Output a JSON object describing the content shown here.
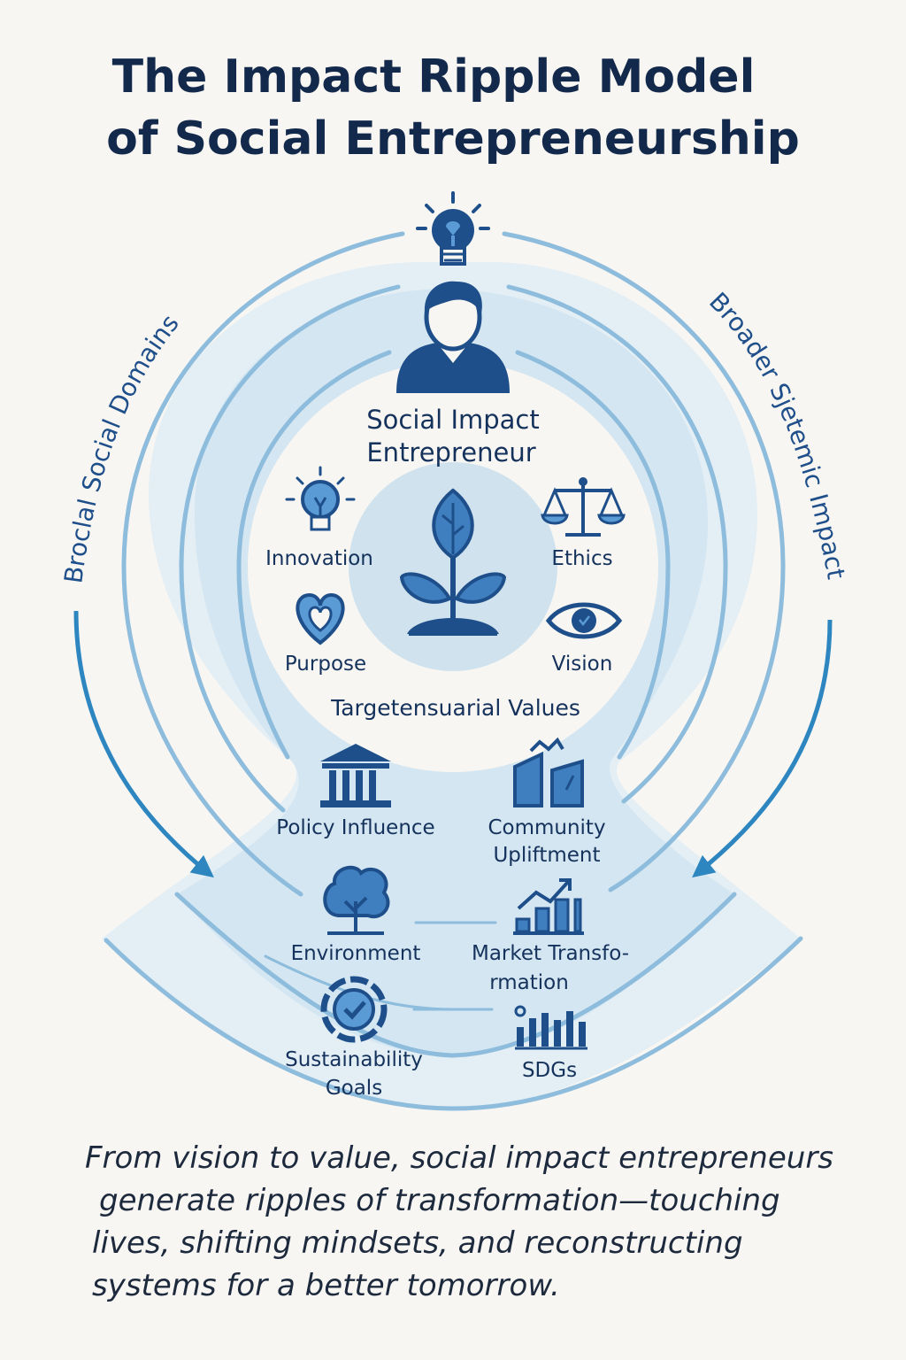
{
  "title": {
    "line1": "The Impact Ripple Model",
    "line2": "of Social Entrepreneurship"
  },
  "side_labels": {
    "left": "Broclal Social Domains",
    "right": "Broader Sjetemic Impact"
  },
  "center": {
    "entrepreneur_line1": "Social Impact",
    "entrepreneur_line2": "Entrepreneur",
    "values_label": "Targetensuarial Values",
    "core_values": [
      {
        "label": "Innovation",
        "icon": "lightbulb-icon"
      },
      {
        "label": "Ethics",
        "icon": "scales-icon"
      },
      {
        "label": "Purpose",
        "icon": "heart-icon"
      },
      {
        "label": "Vision",
        "icon": "eye-icon"
      }
    ]
  },
  "domains": [
    {
      "line1": "Policy Influence",
      "line2": "",
      "icon": "government-building-icon"
    },
    {
      "line1": "Community",
      "line2": "Upliftment",
      "icon": "community-icon"
    },
    {
      "line1": "Environment",
      "line2": "",
      "icon": "tree-icon"
    },
    {
      "line1": "Market Transfo-",
      "line2": "rmation",
      "icon": "growth-chart-icon"
    },
    {
      "line1": "Sustainability",
      "line2": "Goals",
      "icon": "check-gear-icon"
    },
    {
      "line1": "SDGs",
      "line2": "",
      "icon": "bar-chart-icon"
    }
  ],
  "caption": {
    "line1": "From vision to value, social impact entrepreneurs",
    "line2": "generate ripples of transformation—touching",
    "line3": "lives, shifting mindsets, and reconstructing",
    "line4": "systems for a better tomorrow."
  },
  "colors": {
    "background": "#f8f6f2",
    "title": "#13294b",
    "icon_dark": "#1e4f8a",
    "icon_light": "#5b9bd5",
    "ripple_fill": "#cfe2ee",
    "ripple_line": "#7fb1d6",
    "arrow": "#2e86c1"
  }
}
